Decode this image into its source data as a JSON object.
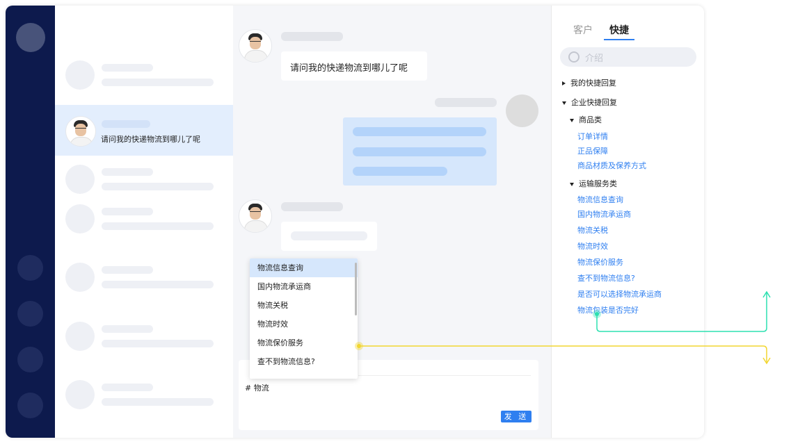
{
  "conversation_list": {
    "active_item": {
      "preview": "请问我的快递物流到哪儿了呢"
    }
  },
  "chat": {
    "incoming_message": "请问我的快递物流到哪儿了呢",
    "input_text": "# 物流",
    "send_label": "发 送"
  },
  "suggestions": {
    "items": [
      "物流信息查询",
      "国内物流承运商",
      "物流关税",
      "物流时效",
      "物流保价服务",
      "查不到物流信息?"
    ],
    "selected_index": 0
  },
  "panel": {
    "tabs": [
      {
        "label": "客户",
        "active": false
      },
      {
        "label": "快捷",
        "active": true
      }
    ],
    "search_placeholder": "介绍",
    "my_replies": "我的快捷回复",
    "enterprise_replies": "企业快捷回复",
    "categories": [
      {
        "label": "商品类",
        "items": [
          "订单详情",
          "正品保障",
          "商品材质及保养方式"
        ]
      },
      {
        "label": "运输服务类",
        "items": [
          "物流信息查询",
          "国内物流承运商",
          "物流关税",
          "物流时效",
          "物流保价服务",
          "查不到物流信息?",
          "是否可以选择物流承运商",
          "物流包装是否完好"
        ]
      }
    ]
  },
  "colors": {
    "nav_bg": "#0d1a4d",
    "accent": "#2f7ff0",
    "highlight": "#e3eefd",
    "annotation_green": "#2de0b0",
    "annotation_yellow": "#f2d630"
  }
}
